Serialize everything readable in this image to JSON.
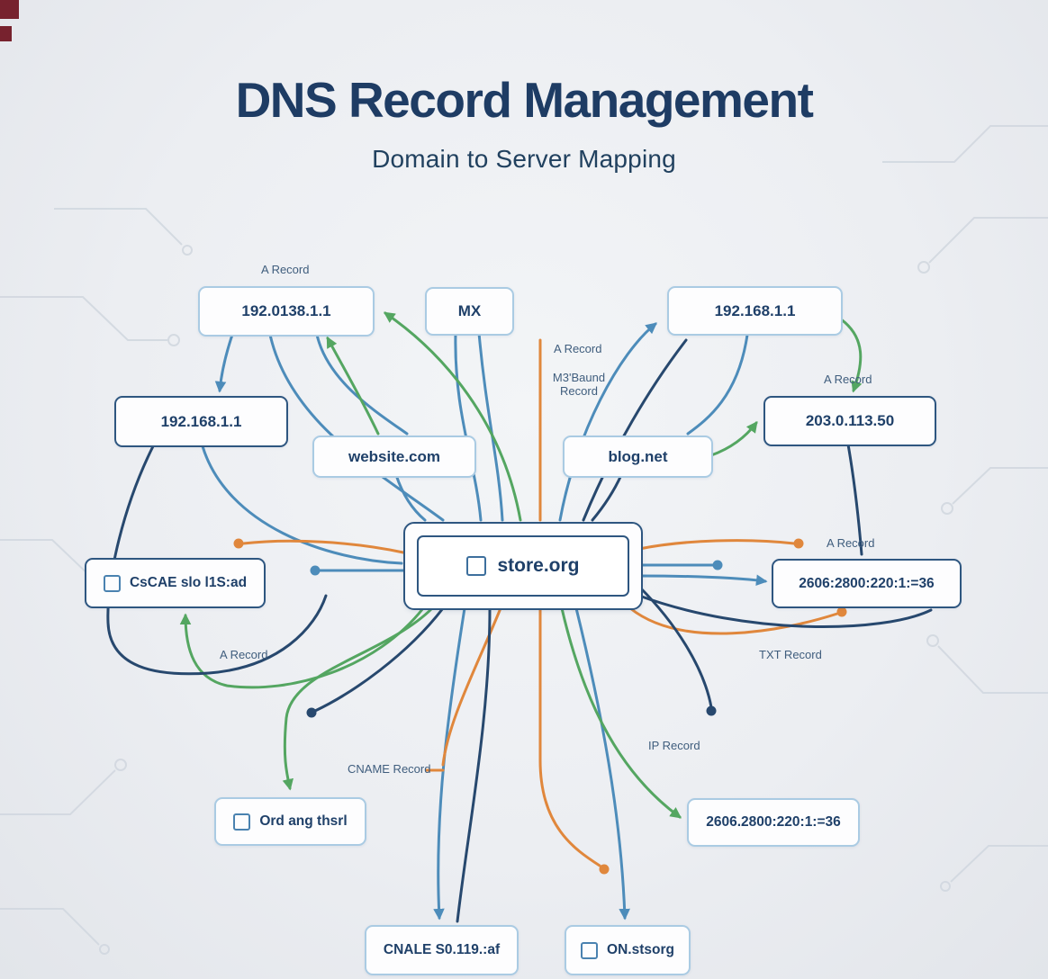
{
  "title": "DNS Record Management",
  "subtitle": "Domain to Server Mapping",
  "nodes": [
    {
      "label": "192.0138.1.1"
    },
    {
      "label": "MX"
    },
    {
      "label": "192.168.1.1"
    },
    {
      "label": "192.168.1.1"
    },
    {
      "label": "website.com"
    },
    {
      "label": "blog.net"
    },
    {
      "label": "203.0.113.50"
    },
    {
      "label": "store.org"
    },
    {
      "label": "CsCAE slo l1S:ad"
    },
    {
      "label": "2606:2800:220:1:=36"
    },
    {
      "label": "Ord ang thsrl"
    },
    {
      "label": "2606.2800:220:1:=36"
    },
    {
      "label": "CNALE S0.119.:af"
    },
    {
      "label": "ON.stsorg"
    }
  ],
  "edge_labels": [
    {
      "text": "A Record"
    },
    {
      "text": "A Record"
    },
    {
      "text": "M3'Baund Record"
    },
    {
      "text": "A Record"
    },
    {
      "text": "A Record"
    },
    {
      "text": "A Record"
    },
    {
      "text": "TXT Record"
    },
    {
      "text": "CNAME Record"
    },
    {
      "text": "IP Record"
    }
  ],
  "colors": {
    "blue": "#4d8cba",
    "green": "#54a661",
    "orange": "#e0873c",
    "navy": "#27486e",
    "node_border_light": "#aacbe3",
    "node_border_dark": "#2e5680",
    "text": "#1f4069",
    "accent_corner": "#77222e",
    "background": "#eceef2"
  }
}
